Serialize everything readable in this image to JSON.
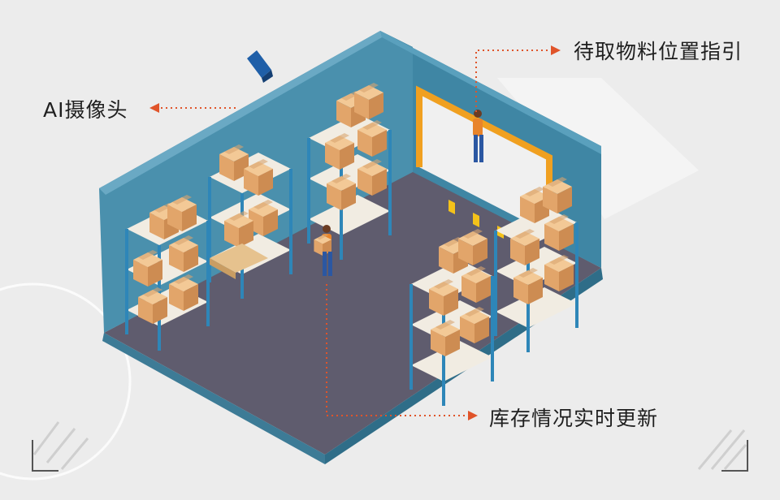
{
  "callouts": {
    "camera": "AI摄像头",
    "pickup_guide": "待取物料位置指引",
    "inventory_update": "库存情况实时更新"
  },
  "colors": {
    "background": "#ececec",
    "wall": "#4a90ad",
    "wall_dark": "#2f6d88",
    "floor": "#5f5c6e",
    "accent_arrow": "#e0542a",
    "box": "#e8b07a",
    "shelf_post": "#2e86b8",
    "door_frame": "#f0a020"
  },
  "icons": [
    "security-camera-icon",
    "arrow-right-icon",
    "arrow-left-icon",
    "worker-figure",
    "cardboard-box",
    "storage-shelf"
  ]
}
